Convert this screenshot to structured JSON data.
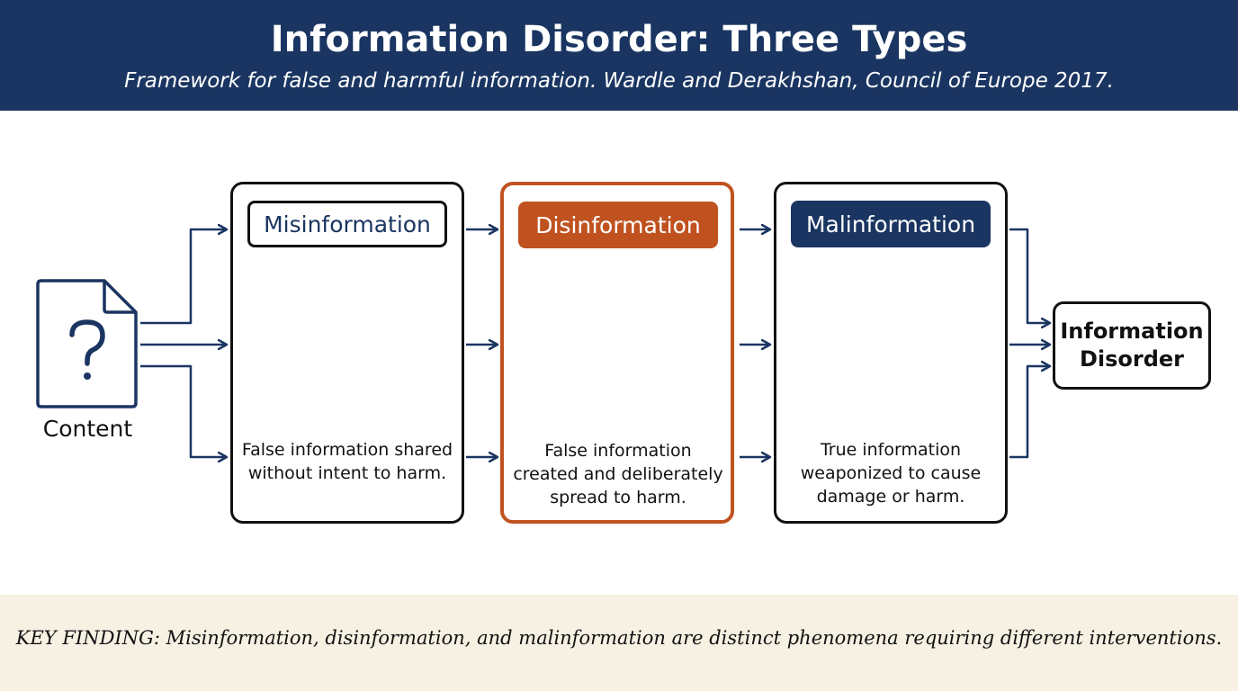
{
  "header": {
    "title": "Information Disorder: Three Types",
    "subtitle": "Framework for false and harmful information. Wardle and Derakhshan, Council of Europe 2017."
  },
  "source": {
    "label": "Content",
    "icon": "question-document-icon"
  },
  "types": [
    {
      "label": "Misinformation",
      "description": "False information shared without intent to harm.",
      "icon": "wave-document-icon",
      "style": "outline"
    },
    {
      "label": "Disinformation",
      "description": "False information created and deliberately spread to harm.",
      "icon": "target-document-icon",
      "style": "orange"
    },
    {
      "label": "Malinformation",
      "description": "True information weaponized to cause damage or harm.",
      "icon": "arrow-up-document-icon",
      "style": "navy"
    }
  ],
  "outcome": {
    "label": "Information Disorder"
  },
  "footer": {
    "finding": "KEY FINDING: Misinformation, disinformation, and malinformation are distinct phenomena requiring different interventions."
  },
  "colors": {
    "navy": "#1a3561",
    "orange": "#c0521f",
    "footer_bg": "#f6f1e3",
    "outline": "#111111"
  }
}
